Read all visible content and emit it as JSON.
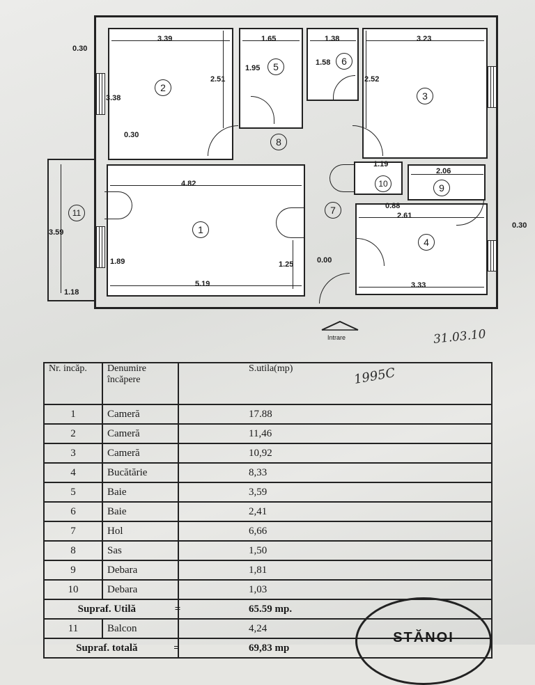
{
  "plan": {
    "rooms": [
      {
        "num": "1"
      },
      {
        "num": "2"
      },
      {
        "num": "3"
      },
      {
        "num": "4"
      },
      {
        "num": "5"
      },
      {
        "num": "6"
      },
      {
        "num": "7"
      },
      {
        "num": "8"
      },
      {
        "num": "9"
      },
      {
        "num": "10"
      },
      {
        "num": "11"
      }
    ],
    "dims": {
      "d339": "3.39",
      "d165": "1.65",
      "d138": "1.38",
      "d323": "3.23",
      "d030a": "0.30",
      "d338": "3.38",
      "d251": "2.51",
      "d195": "1.95",
      "d158": "1.58",
      "d252": "2.52",
      "d030b": "0.30",
      "d482": "4.82",
      "d119": "1.19",
      "d206": "2.06",
      "d088": "0.88",
      "d261": "2.61",
      "d359": "3.59",
      "d189": "1.89",
      "d125": "1.25",
      "d000": "0.00",
      "d030c": "0.30",
      "d118": "1.18",
      "d519": "5.19",
      "d333": "3.33"
    },
    "entrance_label": "Intrare"
  },
  "handwritten": {
    "date": "31.03.10",
    "code": "1995C"
  },
  "table": {
    "header": {
      "nr": "Nr. incăp.",
      "name": "Denumire încăpere",
      "area": "S.utila(mp)"
    },
    "rows": [
      {
        "nr": "1",
        "name": "Cameră",
        "area": "17.88"
      },
      {
        "nr": "2",
        "name": "Cameră",
        "area": "11,46"
      },
      {
        "nr": "3",
        "name": "Cameră",
        "area": "10,92"
      },
      {
        "nr": "4",
        "name": "Bucătărie",
        "area": "8,33"
      },
      {
        "nr": "5",
        "name": "Baie",
        "area": "3,59"
      },
      {
        "nr": "6",
        "name": "Baie",
        "area": "2,41"
      },
      {
        "nr": "7",
        "name": "Hol",
        "area": "6,66"
      },
      {
        "nr": "8",
        "name": "Sas",
        "area": "1,50"
      },
      {
        "nr": "9",
        "name": "Debara",
        "area": "1,81"
      },
      {
        "nr": "10",
        "name": "Debara",
        "area": "1,03"
      }
    ],
    "util": {
      "label": "Supraf. Utilă",
      "eq": "=",
      "value": "65.59 mp."
    },
    "balcony": {
      "nr": "11",
      "name": "Balcon",
      "area": "4,24"
    },
    "total": {
      "label": "Supraf. totală",
      "eq": "=",
      "value": "69,83 mp"
    }
  },
  "stamp": {
    "text": "STĂNOI"
  }
}
